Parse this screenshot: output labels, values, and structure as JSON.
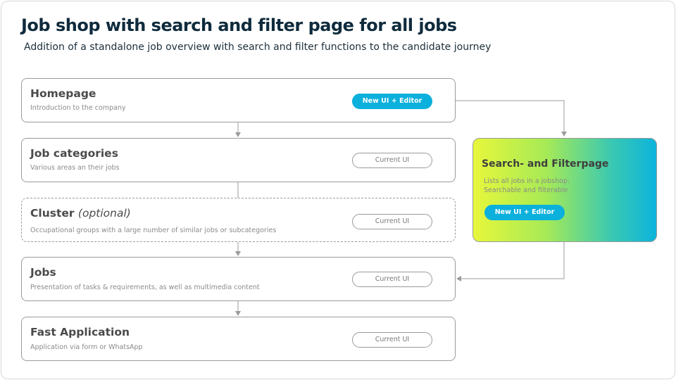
{
  "header": {
    "title": "Job shop with search and filter page for all jobs",
    "subtitle": "Addition of a standalone job overview with search and filter functions to the candidate journey"
  },
  "steps": [
    {
      "name": "Homepage",
      "description": "Introduction to the company",
      "badge": "New UI + Editor",
      "badge_style": "new"
    },
    {
      "name": "Job categories",
      "description": "Various areas an their jobs",
      "badge": "Current UI",
      "badge_style": "current"
    },
    {
      "name": "Cluster",
      "name_suffix": "(optional)",
      "description": "Occupational groups with a large number of similar jobs or subcategories",
      "badge": "Current UI",
      "badge_style": "current",
      "border": "dashed"
    },
    {
      "name": "Jobs",
      "description": "Presentation of tasks & requirements, as well as multimedia content",
      "badge": "Current UI",
      "badge_style": "current"
    },
    {
      "name": "Fast Application",
      "description": "Application via form or WhatsApp",
      "badge": "Current UI",
      "badge_style": "current"
    }
  ],
  "search_page": {
    "name": "Search- and Filterpage",
    "description_line1": "Lists all jobs in a jobshop.",
    "description_line2": "Searchable and filterable",
    "badge": "New UI + Editor"
  },
  "colors": {
    "title": "#0f2b3d",
    "accent_badge": "#0bb0dc",
    "gradient_start": "#e7f73b",
    "gradient_end": "#0cb3dc",
    "border": "#9b9b9b"
  }
}
